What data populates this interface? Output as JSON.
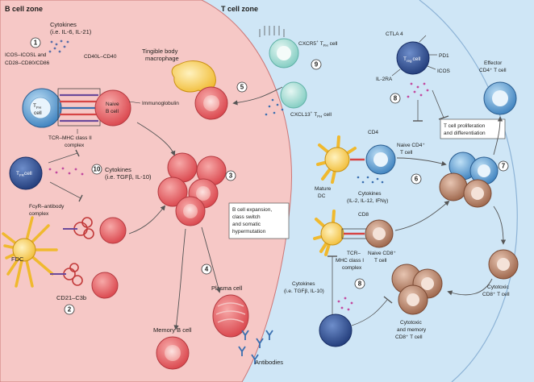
{
  "zones": {
    "b_cell": "B cell zone",
    "t_cell": "T cell zone"
  },
  "steps": [
    "1",
    "2",
    "3",
    "4",
    "5",
    "6",
    "7",
    "8",
    "8",
    "9",
    "10"
  ],
  "b_zone": {
    "cytokines_1": "Cytokines",
    "cytokines_1_sub": "(i.e. IL-6, IL-21)",
    "icos_l1": "ICOS–ICOSL and",
    "icos_l2": "CD28–CD80/CD86",
    "cd40": "CD40L–CD40",
    "tfh_cell": "T",
    "tfh_sub": "FH",
    "tfh_cell2": "cell",
    "naive_b1": "Naive",
    "naive_b2": "B cell",
    "immunoglobulin": "Immunoglobulin",
    "tcr_mhc1": "TCR–MHC class II",
    "tcr_mhc2": "complex",
    "tfr_cell": "T",
    "tfr_sub": "FR",
    "tfr_cell2": "cell",
    "cytokines_10": "Cytokines",
    "cytokines_10_sub": "(i.e. TGFβ, IL-10)",
    "fcyr1": "FcγR–antibody",
    "fcyr2": "complex",
    "fdc": "FDC",
    "cd21": "CD21–C3b",
    "tingible1": "Tingible body",
    "tingible2": "macrophage",
    "expansion1": "B cell expansion,",
    "expansion2": "class switch",
    "expansion3": "and somatic",
    "expansion4": "hypermutation",
    "plasma": "Plasma cell",
    "memory_b": "Memory B cell",
    "antibodies": "Antibodies"
  },
  "t_zone": {
    "cxcr5_a": "CXCR5",
    "cxcr5_b": "T",
    "cxcr5_sub": "FH",
    "cxcr5_c": "cell",
    "cxcl13_a": "CXCL13",
    "cxcl13_b": "T",
    "cxcl13_sub": "FH",
    "cxcl13_c": "cell",
    "ctla4": "CTLA 4",
    "treg": "T",
    "treg_sub": "reg",
    "treg2": "cell",
    "pd1": "PD1",
    "icos": "ICOS",
    "il2ra": "IL-2RA",
    "effector1": "Effector",
    "effector2": "CD4⁺ T cell",
    "cd4": "CD4",
    "naive_cd4_1": "Naive CD4⁺",
    "naive_cd4_2": "T cell",
    "prolif1": "T cell proliferation",
    "prolif2": "and differentiation",
    "mature1": "Mature",
    "mature2": "DC",
    "cytok6_1": "Cytokines",
    "cytok6_2": "(IL-2, IL-12, IFNγ)",
    "cd8": "CD8",
    "tcr_mhc1_1": "TCR–",
    "tcr_mhc1_2": "MHC class I",
    "tcr_mhc1_3": "complex",
    "naive_cd8_1": "Naive CD8⁺",
    "naive_cd8_2": "T cell",
    "cytok8_1": "Cytokines",
    "cytok8_2": "(i.e. TGFβ, IL-10)",
    "cytotoxic1": "Cytotoxic",
    "cytotoxic2": "CD8⁺ T cell",
    "cytomem1": "Cytotoxic",
    "cytomem2": "and memory",
    "cytomem3": "CD8⁺ T cell"
  },
  "colors": {
    "b_zone_fill": "#f6c8c6",
    "t_zone_fill": "#cfe6f6",
    "b_cell": "#e8595c",
    "t_cell_blue": "#4a90c8",
    "teal_cell": "#8fd3c9",
    "brown_cell": "#a8735a",
    "dc_yellow": "#f7c948",
    "receptor": "#3a6fb0"
  }
}
